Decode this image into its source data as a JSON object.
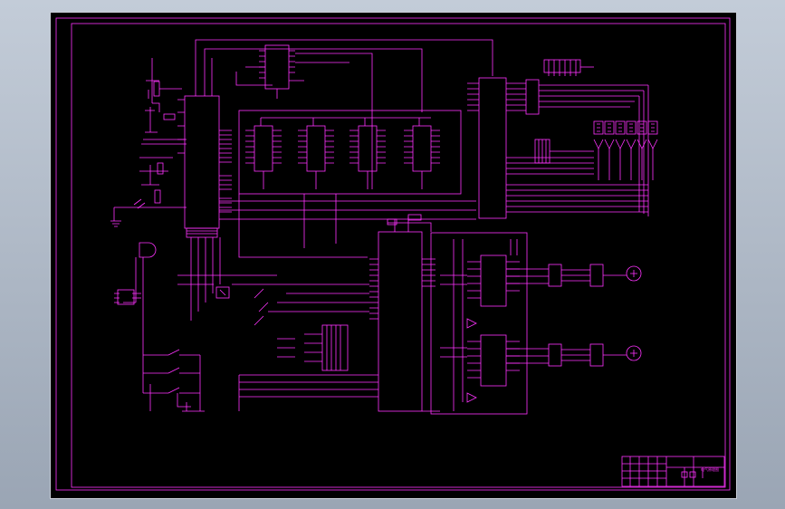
{
  "colors": {
    "background": "#000000",
    "line": "#ff33ff",
    "frame": "#ff33ff",
    "viewport_backdrop_top": "#c3ccd8",
    "viewport_backdrop_bottom": "#9aa5b4"
  },
  "title_block": {
    "drawing_title": "电气原理图"
  },
  "icons": [
    "motor-symbol",
    "switch-symbol",
    "ground-symbol",
    "seven-segment-display",
    "ic-chip"
  ]
}
